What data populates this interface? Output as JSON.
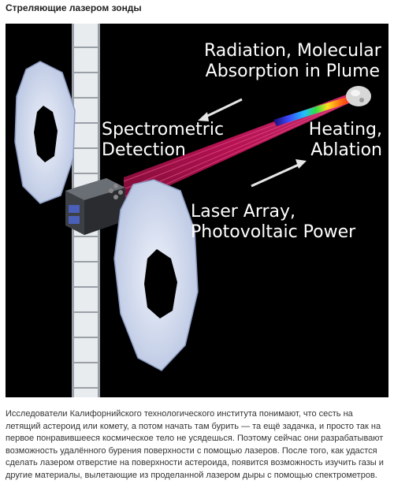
{
  "article": {
    "title": "Стреляющие лазером зонды",
    "paragraph": "Исследователи Калифорнийского технологического института понимают, что сесть на летящий астероид или комету, а потом начать там бурить — та ещё задачка, и просто так на первое понравившееся космическое тело не усядешься. Поэтому сейчас они разрабатывают возможность удалённого бурения поверхности с помощью лазеров. После того, как удастся сделать лазером отверстие на поверхности астероида, появится возможность изучить газы и другие материалы, вылетающие из проделанной лазером дыры с помощью спектрометров."
  },
  "figure": {
    "labels": {
      "radiation_line1": "Radiation, Molecular",
      "radiation_line2": "Absorption in Plume",
      "spectro_line1": "Spectrometric",
      "spectro_line2": "Detection",
      "heating_line1": "Heating,",
      "heating_line2": "Ablation",
      "laser_line1": "Laser Array,",
      "laser_line2": "Photovoltaic Power"
    },
    "colors": {
      "background": "#000000",
      "beam": "#c8145a",
      "panel": "#c8d4ea",
      "label_text": "#ffffff"
    }
  }
}
